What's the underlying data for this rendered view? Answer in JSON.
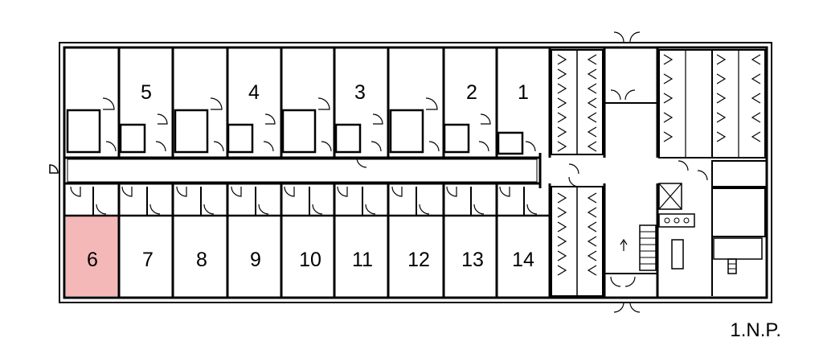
{
  "floor_label": "1.N.P.",
  "highlight_color": "#f4b8b8",
  "rooms": [
    {
      "id": "1",
      "label": "1",
      "highlighted": false
    },
    {
      "id": "2",
      "label": "2",
      "highlighted": false
    },
    {
      "id": "3",
      "label": "3",
      "highlighted": false
    },
    {
      "id": "4",
      "label": "4",
      "highlighted": false
    },
    {
      "id": "5",
      "label": "5",
      "highlighted": false
    },
    {
      "id": "6",
      "label": "6",
      "highlighted": true
    },
    {
      "id": "7",
      "label": "7",
      "highlighted": false
    },
    {
      "id": "8",
      "label": "8",
      "highlighted": false
    },
    {
      "id": "9",
      "label": "9",
      "highlighted": false
    },
    {
      "id": "10",
      "label": "10",
      "highlighted": false
    },
    {
      "id": "11",
      "label": "11",
      "highlighted": false
    },
    {
      "id": "12",
      "label": "12",
      "highlighted": false
    },
    {
      "id": "13",
      "label": "13",
      "highlighted": false
    },
    {
      "id": "14",
      "label": "14",
      "highlighted": false
    }
  ]
}
